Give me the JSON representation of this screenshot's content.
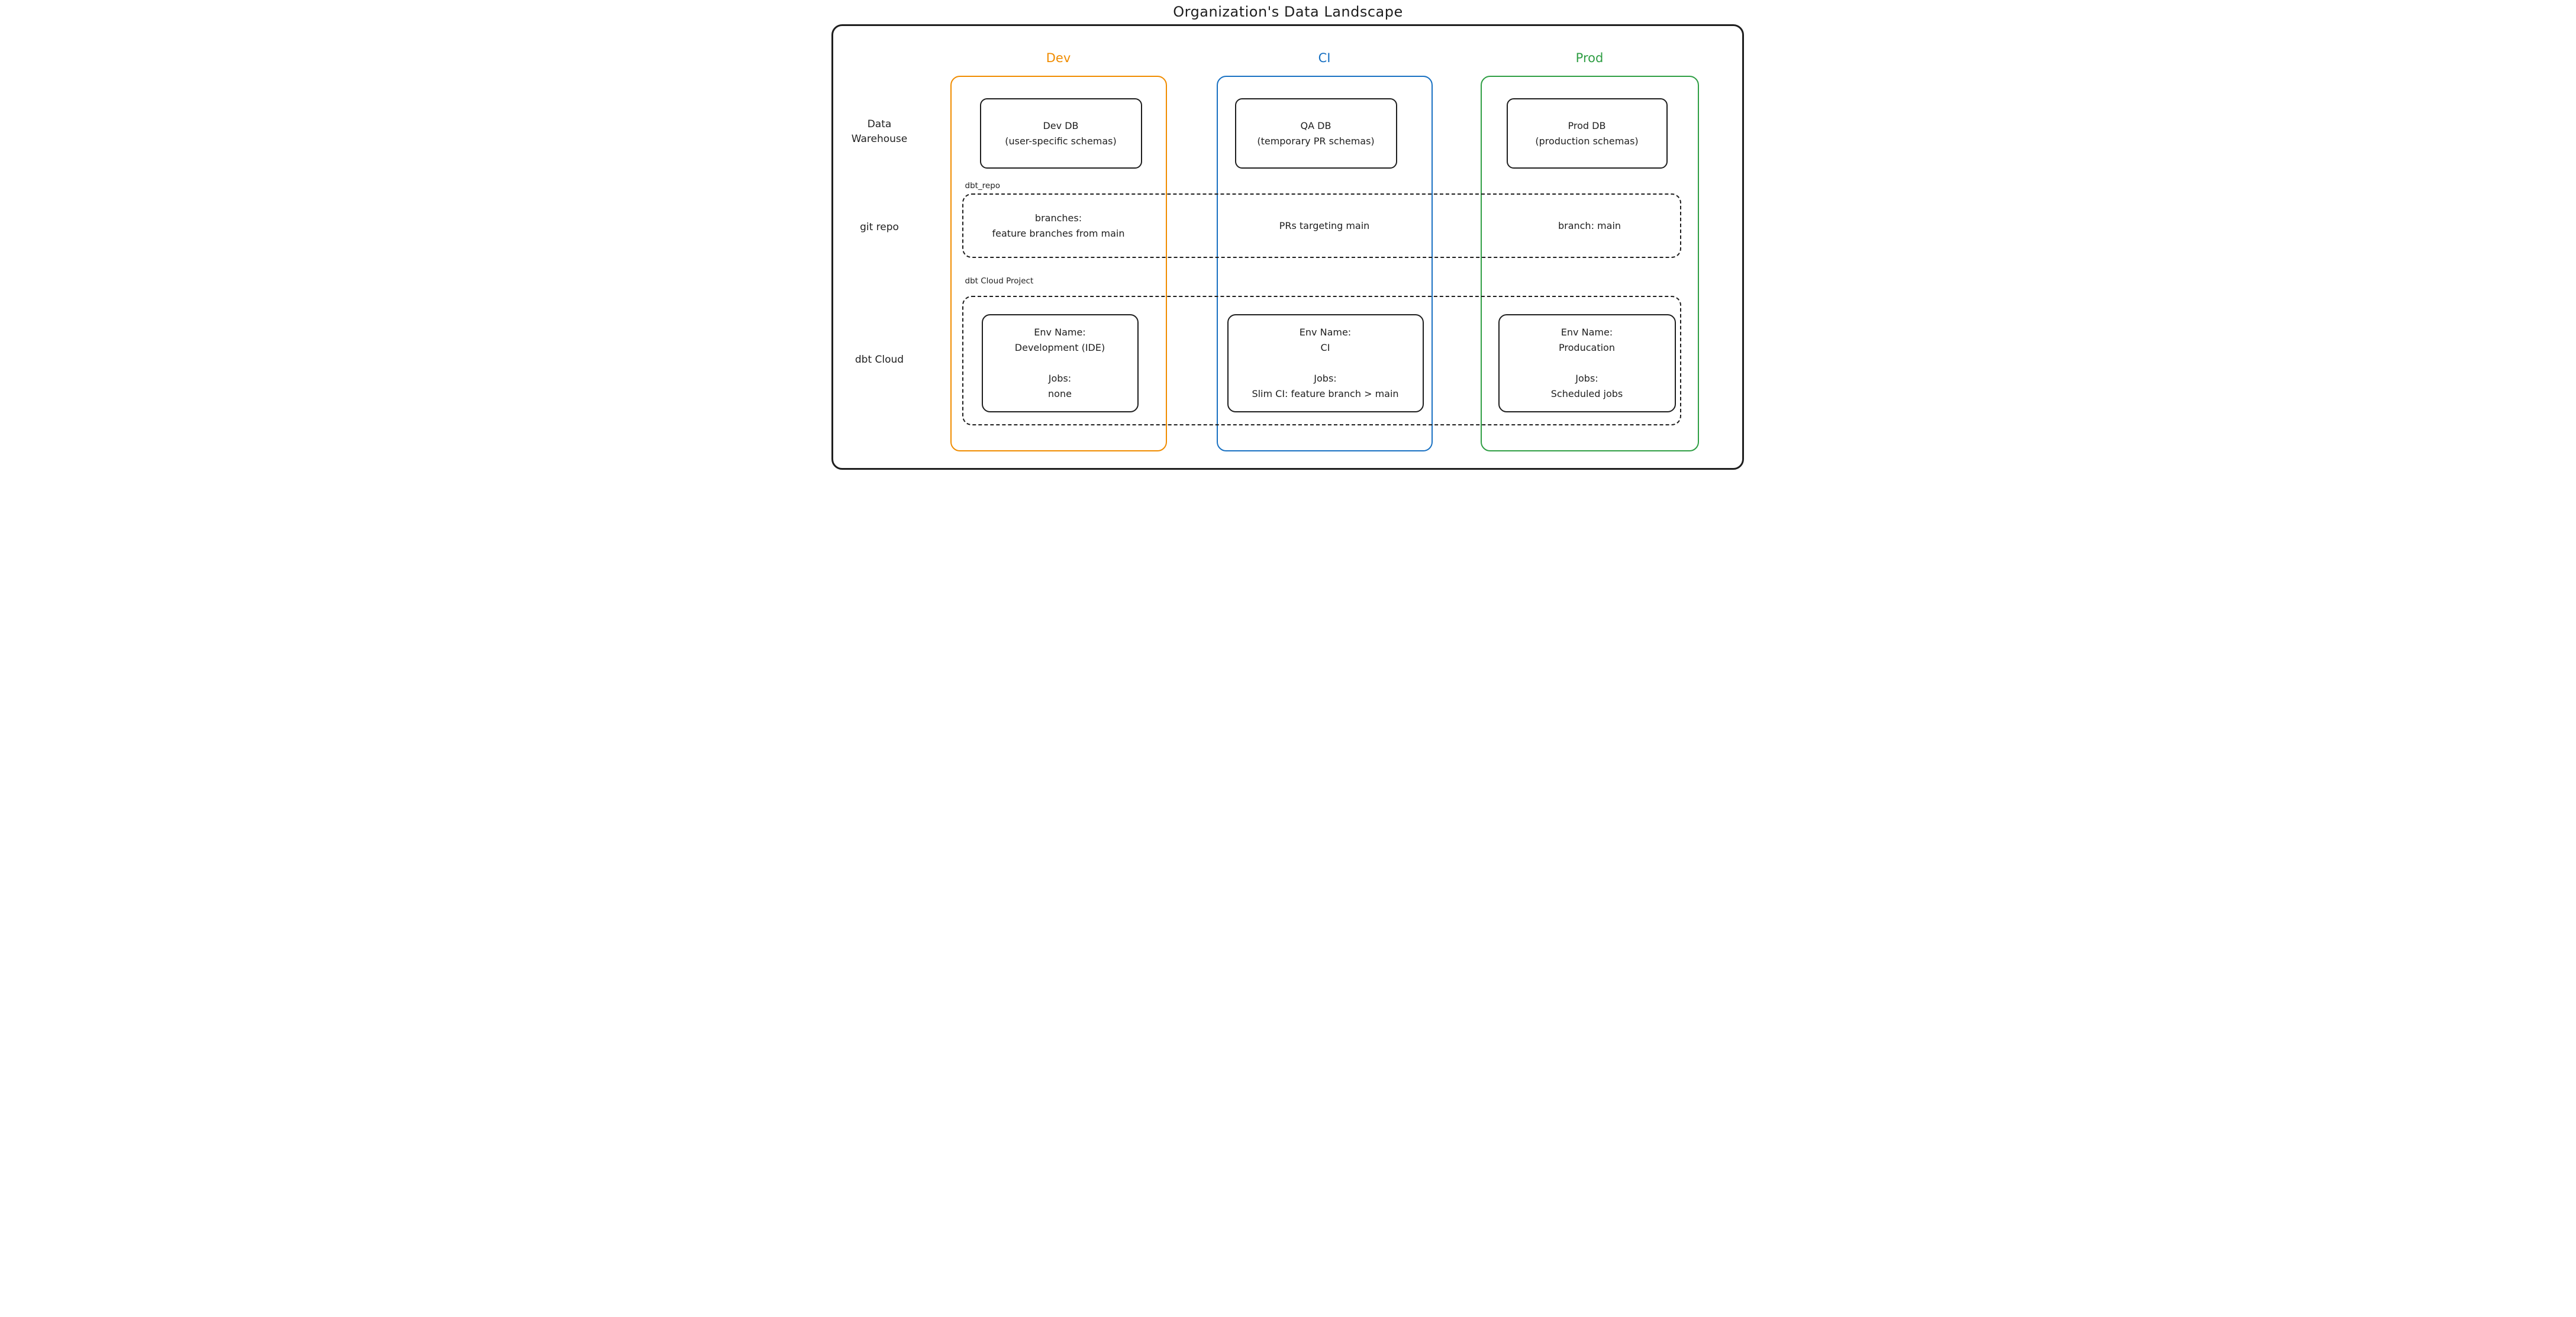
{
  "title": "Organization's Data Landscape",
  "colors": {
    "dev": "#f08c00",
    "ci": "#1971c2",
    "prod": "#2f9e44",
    "ink": "#1e1e1e"
  },
  "columns": [
    {
      "id": "dev",
      "label": "Dev"
    },
    {
      "id": "ci",
      "label": "CI"
    },
    {
      "id": "prod",
      "label": "Prod"
    }
  ],
  "row_labels": {
    "data_warehouse": {
      "line1": "Data",
      "line2": "Warehouse"
    },
    "git_repo": {
      "line1": "git repo",
      "line2": ""
    },
    "dbt_cloud": {
      "line1": "dbt Cloud",
      "line2": ""
    }
  },
  "warehouse_boxes": [
    {
      "column": "dev",
      "line1": "Dev DB",
      "line2": "(user-specific schemas)"
    },
    {
      "column": "ci",
      "line1": "QA DB",
      "line2": "(temporary PR schemas)"
    },
    {
      "column": "prod",
      "line1": "Prod DB",
      "line2": "(production schemas)"
    }
  ],
  "git_repo_group": {
    "label": "dbt_repo",
    "cells": [
      {
        "column": "dev",
        "line1": "branches:",
        "line2": "feature branches from main"
      },
      {
        "column": "ci",
        "line1": "PRs targeting main",
        "line2": ""
      },
      {
        "column": "prod",
        "line1": "branch: main",
        "line2": ""
      }
    ]
  },
  "dbt_cloud_group": {
    "label": "dbt Cloud Project",
    "cells": [
      {
        "column": "dev",
        "env_label": "Env Name:",
        "env_value": "Development (IDE)",
        "jobs_label": "Jobs:",
        "jobs_value": "none"
      },
      {
        "column": "ci",
        "env_label": "Env Name:",
        "env_value": "CI",
        "jobs_label": "Jobs:",
        "jobs_value": "Slim CI: feature branch > main"
      },
      {
        "column": "prod",
        "env_label": "Env Name:",
        "env_value": "Producation",
        "jobs_label": "Jobs:",
        "jobs_value": "Scheduled jobs"
      }
    ]
  }
}
